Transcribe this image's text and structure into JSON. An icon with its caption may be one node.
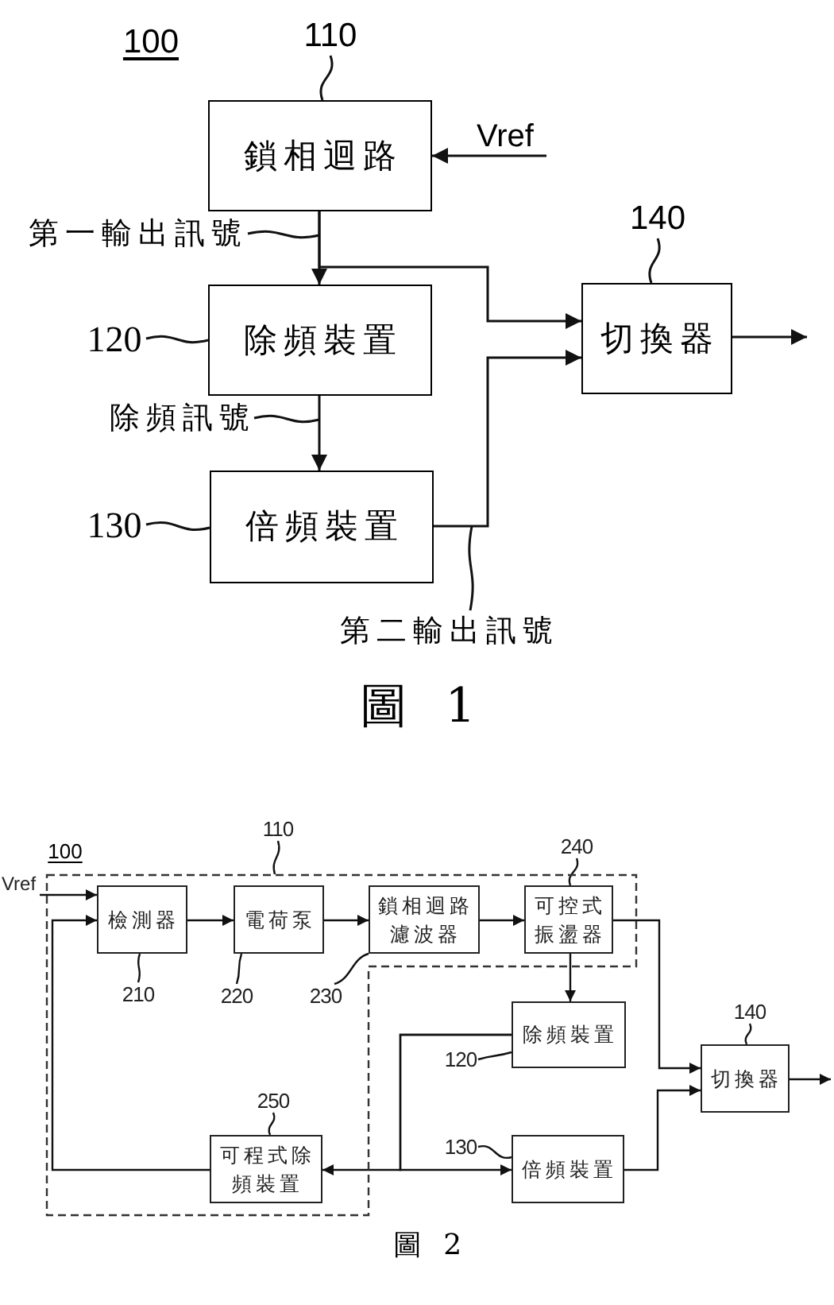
{
  "diagram": {
    "nodes": [
      {
        "text": [
          "110"
        ]
      },
      {
        "text": [
          "鎖相迴路"
        ]
      },
      {
        "text": [
          "Vref"
        ]
      },
      {
        "text": [
          "第一輸出訊號"
        ]
      },
      {
        "text": [
          "140"
        ]
      },
      {
        "text": [
          "切換器"
        ]
      },
      {
        "text": [
          "120"
        ]
      },
      {
        "text": [
          "除頻裝置"
        ]
      },
      {
        "text": [
          "除頻訊號"
        ]
      },
      {
        "text": [
          "130"
        ]
      },
      {
        "text": [
          "倍頻裝置"
        ]
      },
      {
        "text": [
          "第二輸出訊號"
        ]
      },
      {
        "text": [
          "110"
        ]
      },
      {
        "text": [],
        "shape": "box"
      },
      {
        "text": [
          "Vref"
        ]
      },
      {
        "text": [
          "檢測器"
        ],
        "in": 13
      },
      {
        "text": [
          "電荷泵"
        ],
        "in": 13
      },
      {
        "text": [
          "鎖相迴路濾波器"
        ],
        "in": 13
      },
      {
        "text": [
          "可控式振盪器"
        ],
        "in": 13
      },
      {
        "text": [
          "240"
        ]
      },
      {
        "text": [
          "210"
        ],
        "in": 13
      },
      {
        "text": [
          "220"
        ],
        "in": 13
      },
      {
        "text": [
          "230"
        ],
        "in": 13
      },
      {
        "text": [
          "250"
        ],
        "in": 13
      },
      {
        "text": [
          "可程式除頻裝置"
        ],
        "in": 13
      },
      {
        "text": [
          "120"
        ]
      },
      {
        "text": [
          "除頻裝置"
        ]
      },
      {
        "text": [
          "140"
        ]
      },
      {
        "text": [
          "切換器"
        ]
      },
      {
        "text": [
          "130"
        ]
      },
      {
        "text": [
          "倍頻裝置"
        ]
      }
    ],
    "edges": [
      {
        "from": 0,
        "to": 1,
        "arrow": "none"
      },
      {
        "from": 2,
        "to": 1,
        "arrow": "to"
      },
      {
        "from": 3,
        "to": null,
        "arrow": "none"
      },
      {
        "from": 1,
        "to": 7,
        "arrow": "to"
      },
      {
        "from": 1,
        "to": 5,
        "arrow": "to"
      },
      {
        "from": 4,
        "to": 5,
        "arrow": "none"
      },
      {
        "from": 6,
        "to": 7,
        "arrow": "none"
      },
      {
        "from": 8,
        "to": null,
        "arrow": "none"
      },
      {
        "from": 7,
        "to": 10,
        "arrow": "to"
      },
      {
        "from": 9,
        "to": 10,
        "arrow": "none"
      },
      {
        "from": 10,
        "to": 5,
        "arrow": "to"
      },
      {
        "from": 5,
        "to": null,
        "arrow": "to"
      },
      {
        "from": 11,
        "to": null,
        "arrow": "none"
      },
      {
        "from": 12,
        "to": 13,
        "arrow": "none"
      },
      {
        "from": 14,
        "to": 15,
        "arrow": "to"
      },
      {
        "from": 24,
        "to": 15,
        "arrow": "to"
      },
      {
        "from": 15,
        "to": 16,
        "arrow": "to"
      },
      {
        "from": 16,
        "to": 17,
        "arrow": "to"
      },
      {
        "from": 17,
        "to": 18,
        "arrow": "to"
      },
      {
        "from": 19,
        "to": 18,
        "arrow": "none"
      },
      {
        "from": 20,
        "to": 15,
        "arrow": "none"
      },
      {
        "from": 21,
        "to": 16,
        "arrow": "none"
      },
      {
        "from": 22,
        "to": 17,
        "arrow": "none"
      },
      {
        "from": 23,
        "to": 24,
        "arrow": "none"
      },
      {
        "from": 18,
        "to": 26,
        "arrow": "to"
      },
      {
        "from": 18,
        "to": 28,
        "arrow": "to"
      },
      {
        "from": 25,
        "to": 26,
        "arrow": "none"
      },
      {
        "from": 26,
        "to": 24,
        "arrow": "to"
      },
      {
        "from": 26,
        "to": 30,
        "arrow": "to"
      },
      {
        "from": 27,
        "to": 28,
        "arrow": "none"
      },
      {
        "from": 29,
        "to": 30,
        "arrow": "none"
      },
      {
        "from": 30,
        "to": 28,
        "arrow": "to"
      },
      {
        "from": 28,
        "to": null,
        "arrow": "to"
      }
    ],
    "labels": [
      "100",
      "圖 1",
      "100",
      "圖 2"
    ]
  }
}
